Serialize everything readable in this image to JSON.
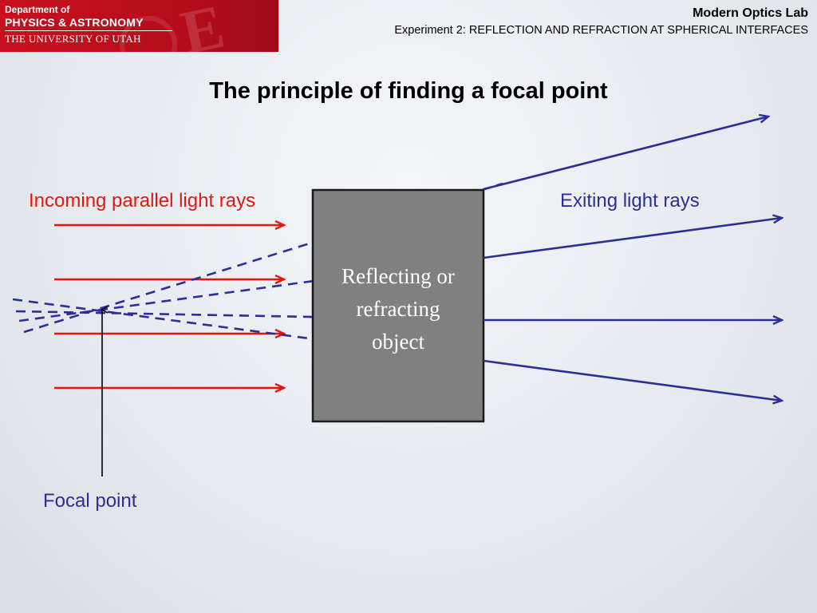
{
  "header": {
    "logo": {
      "line1": "Department of",
      "line2": "PHYSICS & ASTRONOMY",
      "line3": "THE UNIVERSITY OF UTAH"
    },
    "lab_name": "Modern Optics Lab",
    "experiment": "Experiment 2: REFLECTION AND REFRACTION AT SPHERICAL INTERFACES"
  },
  "title": "The principle of finding a focal point",
  "diagram": {
    "incoming_label": "Incoming parallel light rays",
    "exiting_label": "Exiting light rays",
    "object_label_lines": [
      "Reflecting or",
      "refracting",
      "object"
    ],
    "focal_label": "Focal point",
    "incoming_ray_count": 4,
    "exiting_ray_count": 4,
    "colors": {
      "incoming": "#e3170f",
      "exiting": "#2b2f96",
      "object_fill": "#808080",
      "object_stroke": "#1a1a1a",
      "focal_pointer": "#000000",
      "header_red": "#c8101e"
    }
  }
}
